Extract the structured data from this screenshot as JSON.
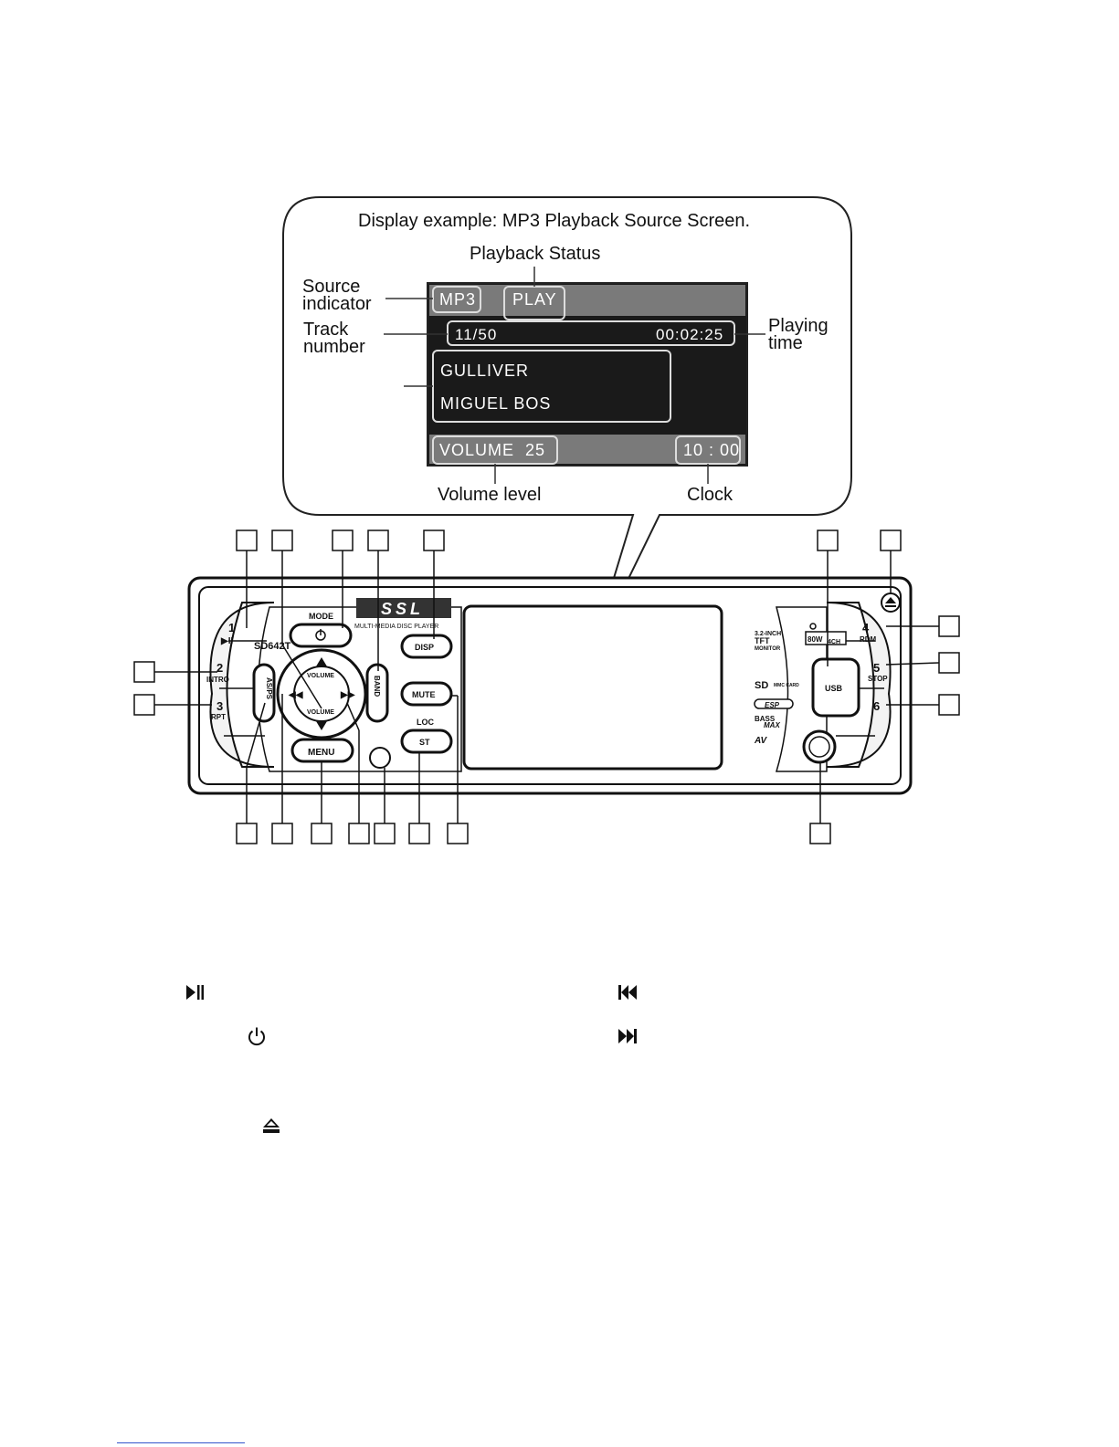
{
  "callout": {
    "heading": "Display example: MP3 Playback Source Screen.",
    "labels": {
      "playback_status": "Playback Status",
      "source_indicator": "Source\nindicator",
      "track_number": "Track\nnumber",
      "playing_time": "Playing\ntime",
      "volume_level": "Volume level",
      "clock": "Clock"
    }
  },
  "screen": {
    "source": "MP3",
    "status": "PLAY",
    "track": "11/50",
    "elapsed": "00:02:25",
    "line1": "GULLIVER",
    "line2": "MIGUEL BOS",
    "volume": "VOLUME  25",
    "clock": "10 : 00"
  },
  "panel": {
    "brand": "SSL",
    "tagline": "MULTI-MEDIA DISC PLAYER",
    "model": "SD642T",
    "mode_label": "MODE",
    "volume_up_label": "VOLUME",
    "volume_down_label": "VOLUME",
    "menu_label": "MENU",
    "band_label": "BAND",
    "asps_label": "AS/PS",
    "disp_label": "DISP",
    "mute_label": "MUTE",
    "loc_label": "LOC",
    "st_label": "ST",
    "usb_label": "USB",
    "monitor_text_1": "3.2-INCH",
    "monitor_text_2": "TFT",
    "monitor_text_3": "MONITOR",
    "power_rating": "80W",
    "channels": "4CH",
    "sd_text": "SD",
    "mmc_text": "MMC CARD",
    "esp_text": "ESP",
    "bass_text": "BASS",
    "max_text": "MAX",
    "av_text": "AV",
    "presets": [
      {
        "num": "1",
        "sub": "▶II"
      },
      {
        "num": "2",
        "sub": "INTRO"
      },
      {
        "num": "3",
        "sub": "RPT"
      },
      {
        "num": "4",
        "sub": "RDM"
      },
      {
        "num": "5",
        "sub": "STOP"
      },
      {
        "num": "6",
        "sub": ""
      }
    ]
  },
  "icons": {
    "play_pause": "play-pause-icon",
    "power": "power-icon",
    "eject": "eject-icon",
    "previous": "skip-previous-icon",
    "next": "skip-next-icon"
  }
}
